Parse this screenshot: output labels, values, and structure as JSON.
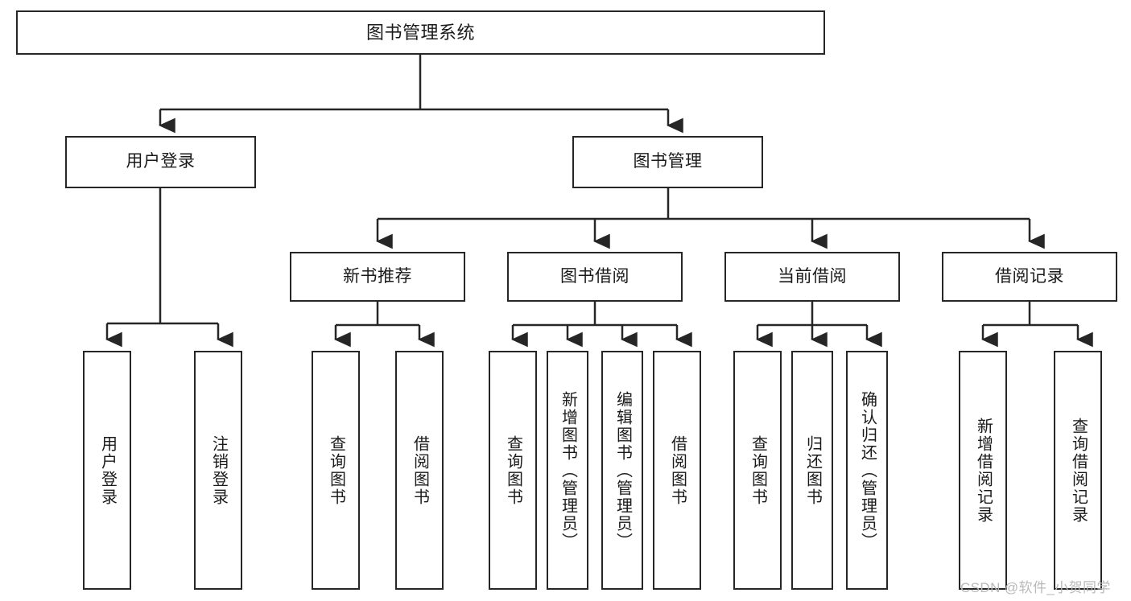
{
  "diagram": {
    "title": "图书管理系统",
    "type": "tree-hierarchy-chart",
    "stroke_color": "#262626",
    "fill_color": "#ffffff",
    "text_color": "#1a1a1a"
  },
  "root": {
    "label": "图书管理系统"
  },
  "level1": [
    {
      "label": "用户登录"
    },
    {
      "label": "图书管理"
    }
  ],
  "level2": [
    {
      "label": "新书推荐"
    },
    {
      "label": "图书借阅"
    },
    {
      "label": "当前借阅"
    },
    {
      "label": "借阅记录"
    }
  ],
  "leaves": {
    "user_login": [
      {
        "label": "用户登录"
      },
      {
        "label": "注销登录"
      }
    ],
    "new_book_recommend": [
      {
        "label": "查询图书"
      },
      {
        "label": "借阅图书"
      }
    ],
    "book_borrow": [
      {
        "label": "查询图书"
      },
      {
        "label": "新增图书（管理员）"
      },
      {
        "label": "编辑图书（管理员）"
      },
      {
        "label": "借阅图书"
      }
    ],
    "current_borrow": [
      {
        "label": "查询图书"
      },
      {
        "label": "归还图书"
      },
      {
        "label": "确认归还（管理员）"
      }
    ],
    "borrow_record": [
      {
        "label": "新增借阅记录"
      },
      {
        "label": "查询借阅记录"
      }
    ]
  },
  "watermark": {
    "text": "CSDN @软件_小贺同学"
  }
}
